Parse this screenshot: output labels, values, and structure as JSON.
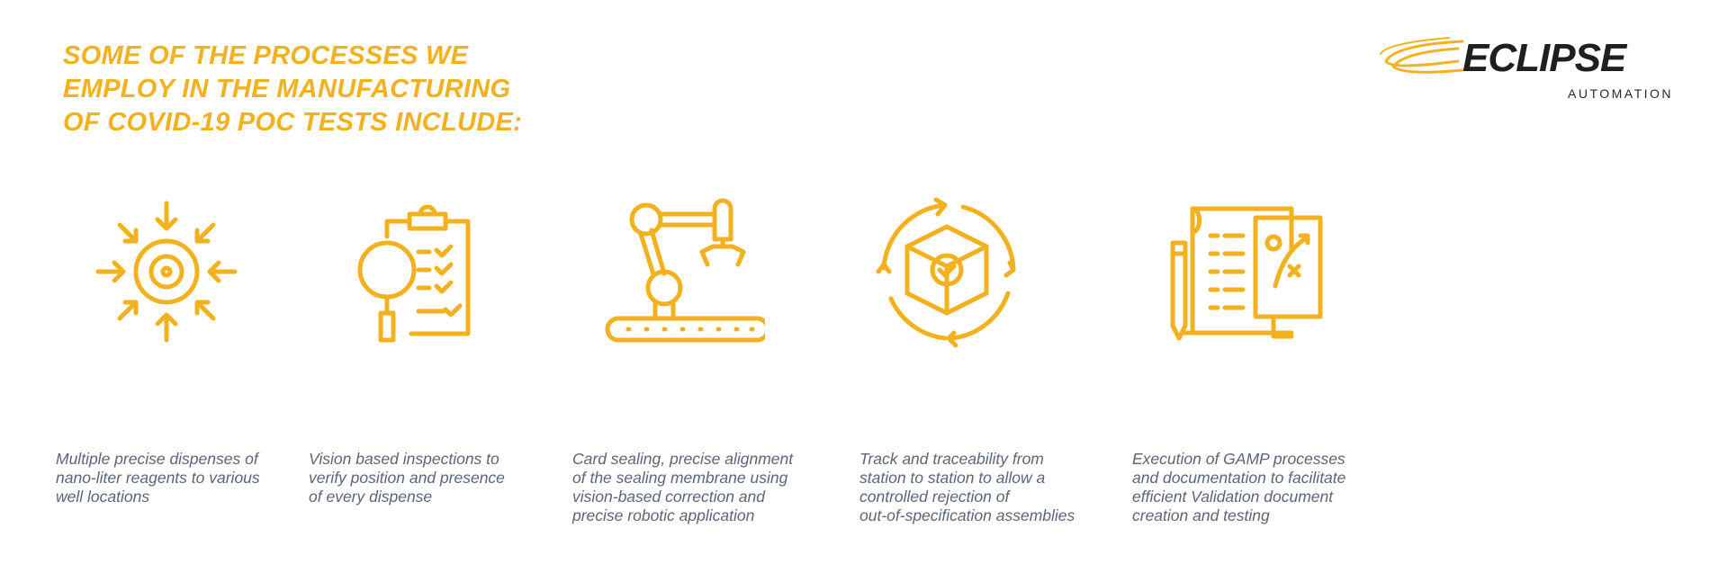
{
  "heading": {
    "lines": [
      "SOME OF THE PROCESSES WE",
      "EMPLOY IN THE MANUFACTURING",
      "OF COVID-19 POC TESTS INCLUDE:"
    ]
  },
  "logo": {
    "name": "ECLIPSE",
    "tagline": "AUTOMATION"
  },
  "colors": {
    "accent": "#f2b11f",
    "text": "#5b6579"
  },
  "processes": [
    {
      "icon": "target-arrows-icon",
      "lines": [
        "Multiple precise dispenses of",
        "nano-liter reagents to various",
        "well locations"
      ]
    },
    {
      "icon": "clipboard-magnifier-icon",
      "lines": [
        "Vision based inspections to",
        "verify position and presence",
        "of every dispense"
      ]
    },
    {
      "icon": "robot-arm-conveyor-icon",
      "lines": [
        "Card sealing, precise alignment",
        "of the sealing membrane using",
        "vision-based correction and",
        "precise robotic application"
      ]
    },
    {
      "icon": "box-cycle-icon",
      "lines": [
        "Track and traceability from",
        "station to station to allow a",
        "controlled rejection of",
        "out-of-specification assemblies"
      ]
    },
    {
      "icon": "documents-plan-icon",
      "lines": [
        "Execution of GAMP processes",
        "and documentation to facilitate",
        "efficient Validation document",
        "creation and testing"
      ]
    }
  ]
}
